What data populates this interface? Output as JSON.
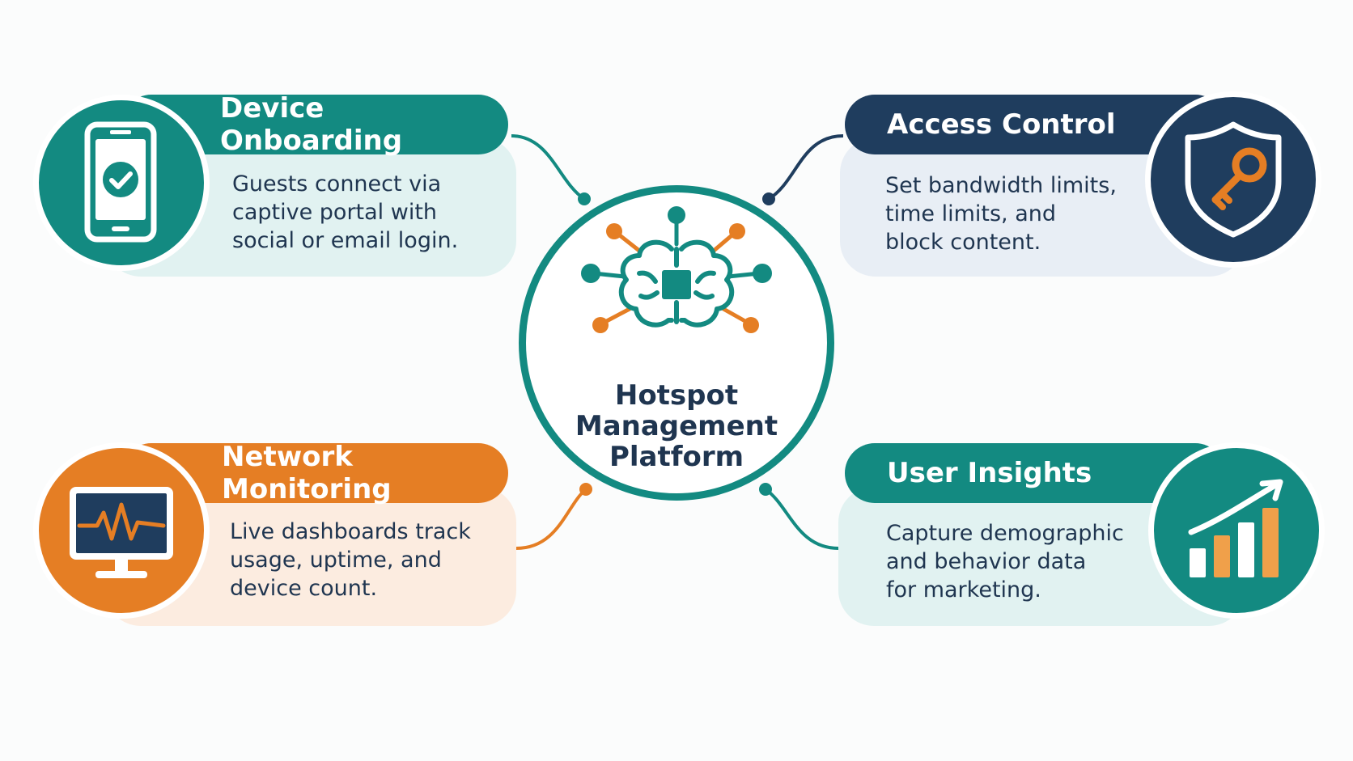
{
  "center": {
    "title": "Hotspot\nManagement\nPlatform",
    "icon": "brain-chip-network-icon"
  },
  "nodes": [
    {
      "id": "device-onboarding",
      "title": "Device Onboarding",
      "description": "Guests connect via\ncaptive portal with\nsocial or email login.",
      "icon": "smartphone-check-icon",
      "color": "#138a81"
    },
    {
      "id": "access-control",
      "title": "Access Control",
      "description": "Set bandwidth limits,\ntime limits, and\nblock content.",
      "icon": "shield-key-icon",
      "color": "#1f3d5e"
    },
    {
      "id": "network-monitoring",
      "title": "Network Monitoring",
      "description": "Live dashboards track\nusage, uptime, and\ndevice count.",
      "icon": "monitor-pulse-icon",
      "color": "#e57e24"
    },
    {
      "id": "user-insights",
      "title": "User Insights",
      "description": "Capture demographic\nand behavior data\nfor marketing.",
      "icon": "bar-chart-growth-icon",
      "color": "#138a81"
    }
  ],
  "colors": {
    "teal": "#138a81",
    "navy": "#1f3d5e",
    "orange": "#e57e24",
    "text": "#1f3550"
  }
}
